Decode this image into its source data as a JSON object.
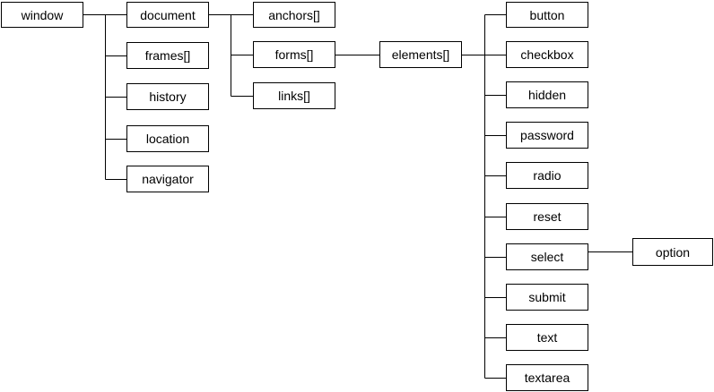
{
  "nodes": {
    "window": "window",
    "document": "document",
    "frames": "frames[]",
    "history": "history",
    "location": "location",
    "navigator": "navigator",
    "anchors": "anchors[]",
    "forms": "forms[]",
    "links": "links[]",
    "elements": "elements[]",
    "button": "button",
    "checkbox": "checkbox",
    "hidden": "hidden",
    "password": "password",
    "radio": "radio",
    "reset": "reset",
    "select": "select",
    "submit": "submit",
    "text": "text",
    "textarea": "textarea",
    "option": "option"
  },
  "edges": [
    [
      "window",
      "document"
    ],
    [
      "window",
      "frames"
    ],
    [
      "window",
      "history"
    ],
    [
      "window",
      "location"
    ],
    [
      "window",
      "navigator"
    ],
    [
      "document",
      "anchors"
    ],
    [
      "document",
      "forms"
    ],
    [
      "document",
      "links"
    ],
    [
      "forms",
      "elements"
    ],
    [
      "elements",
      "button"
    ],
    [
      "elements",
      "checkbox"
    ],
    [
      "elements",
      "hidden"
    ],
    [
      "elements",
      "password"
    ],
    [
      "elements",
      "radio"
    ],
    [
      "elements",
      "reset"
    ],
    [
      "elements",
      "select"
    ],
    [
      "elements",
      "submit"
    ],
    [
      "elements",
      "text"
    ],
    [
      "elements",
      "textarea"
    ],
    [
      "select",
      "option"
    ]
  ],
  "colors": {
    "stroke": "#000000",
    "background": "#ffffff",
    "text": "#000000"
  }
}
